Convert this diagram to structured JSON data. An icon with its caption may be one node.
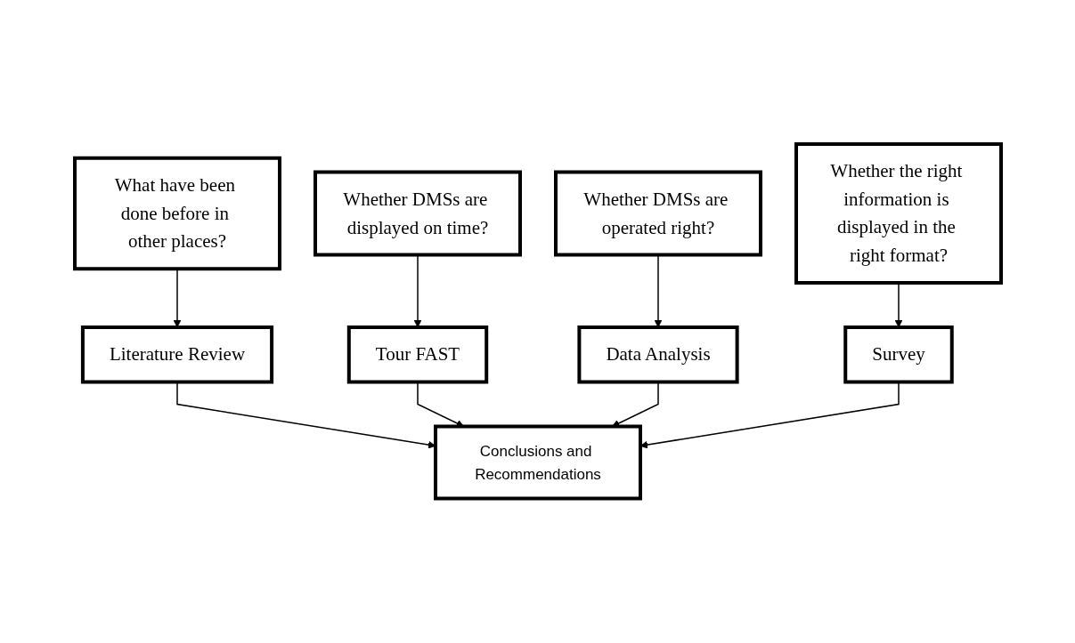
{
  "diagram": {
    "nodes": [
      {
        "text": [
          "What have been done before in other places?"
        ]
      },
      {
        "text": [
          "Whether DMSs are displayed on time?"
        ]
      },
      {
        "text": [
          "Whether DMSs are operated right?"
        ]
      },
      {
        "text": [
          "Whether the right information is displayed in the right format?"
        ]
      },
      {
        "text": [
          "Literature Review"
        ]
      },
      {
        "text": [
          "Tour FAST"
        ]
      },
      {
        "text": [
          "Data Analysis"
        ]
      },
      {
        "text": [
          "Survey"
        ]
      },
      {
        "text": [
          "Conclusions and Recommendations"
        ]
      }
    ],
    "edges": [
      {
        "from": 0,
        "to": 4,
        "arrow": "to"
      },
      {
        "from": 1,
        "to": 5,
        "arrow": "to"
      },
      {
        "from": 2,
        "to": 6,
        "arrow": "to"
      },
      {
        "from": 3,
        "to": 7,
        "arrow": "to"
      },
      {
        "from": 4,
        "to": 8,
        "arrow": "to"
      },
      {
        "from": 5,
        "to": 8,
        "arrow": "to"
      },
      {
        "from": 6,
        "to": 8,
        "arrow": "to"
      },
      {
        "from": 7,
        "to": 8,
        "arrow": "to"
      }
    ]
  }
}
